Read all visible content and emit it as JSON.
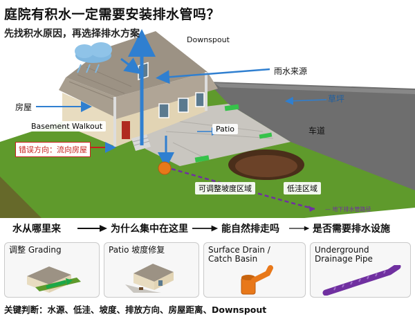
{
  "header": {
    "title": "庭院有积水一定需要安装排水管吗？",
    "subtitle": "先找积水原因，再选择排水方案"
  },
  "scene_labels": {
    "downspout": "Downspout",
    "rain_source": "雨水来源",
    "lawn": "草坪",
    "house": "房屋",
    "basement_walkout": "Basement Walkout",
    "patio": "Patio",
    "driveway": "车道",
    "wrong_direction": "错误方向：流向房屋",
    "adjustable_slope": "可调整坡度区域",
    "low_area": "低洼区域",
    "underground_path": "地下排水管路径"
  },
  "flow": {
    "steps": [
      "水从哪里来",
      "为什么集中在这里",
      "能自然排走吗",
      "是否需要排水设施"
    ]
  },
  "cards": [
    {
      "title": "调整 Grading"
    },
    {
      "title": "Patio 坡度修复"
    },
    {
      "title": "Surface Drain /\nCatch Basin"
    },
    {
      "title": "Underground\nDrainage Pipe"
    }
  ],
  "footer": {
    "text": "关键判断：水源、低洼、坡度、排放方向、房屋距离、Downspout"
  },
  "colors": {
    "arrow_blue": "#2f7fd0",
    "lawn_green": "#5f9a2c",
    "driveway_gray": "#6e6e6e",
    "error_red": "#c8201c",
    "pipe_orange": "#e8781a",
    "pipe_purple": "#7030a0"
  }
}
